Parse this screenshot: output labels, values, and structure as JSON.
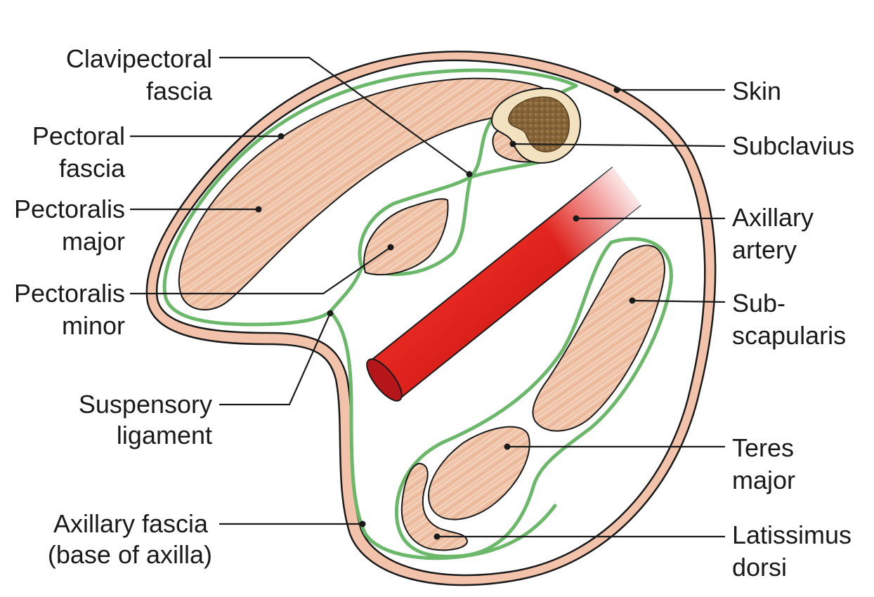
{
  "colors": {
    "skin": "#f2c3aa",
    "fascia": "#6cb86a",
    "muscle": "#efc2a6",
    "artery": "#d9201c",
    "bone": "#8a6a3e",
    "bone_rim": "#f3e2c0"
  },
  "labels": {
    "clavipectoral_fascia": [
      "Clavipectoral",
      "fascia"
    ],
    "pectoral_fascia": [
      "Pectoral",
      "fascia"
    ],
    "pectoralis_major": [
      "Pectoralis",
      "major"
    ],
    "pectoralis_minor": [
      "Pectoralis",
      "minor"
    ],
    "suspensory_ligament": [
      "Suspensory",
      "ligament"
    ],
    "axillary_fascia": [
      "Axillary fascia",
      "(base of axilla)"
    ],
    "skin": [
      "Skin"
    ],
    "subclavius": [
      "Subclavius"
    ],
    "axillary_artery": [
      "Axillary",
      "artery"
    ],
    "subscapularis": [
      "Sub-",
      "scapularis"
    ],
    "teres_major": [
      "Teres",
      "major"
    ],
    "latissimus_dorsi": [
      "Latissimus",
      "dorsi"
    ]
  }
}
